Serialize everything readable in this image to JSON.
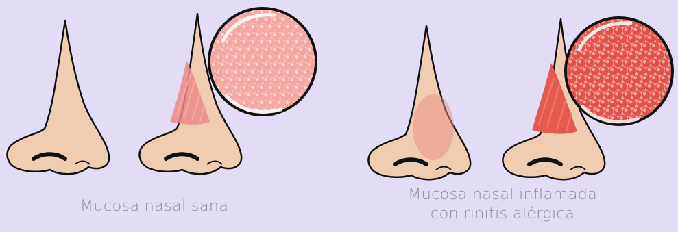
{
  "panels": {
    "healthy": {
      "caption": "Mucosa nasal sana",
      "colors": {
        "mucosa": "#eb8a85",
        "cells": "#f4a7a1",
        "cell_highlight": "#fbd3cf",
        "circle_bg": "#f7c2bd"
      }
    },
    "inflamed": {
      "caption_line1": "Mucosa nasal inflamada",
      "caption_line2": "con rinitis alérgica",
      "colors": {
        "mucosa": "#e45a4f",
        "cells": "#e2524a",
        "cell_highlight": "#f7a39c",
        "circle_bg": "#f1b3ad"
      }
    }
  },
  "colors": {
    "background": "#e3dcf6",
    "skin": "#f0cdb1",
    "skin_shadow": "#e2b394",
    "outline": "#111111",
    "caption_text": "#8f8f95"
  }
}
